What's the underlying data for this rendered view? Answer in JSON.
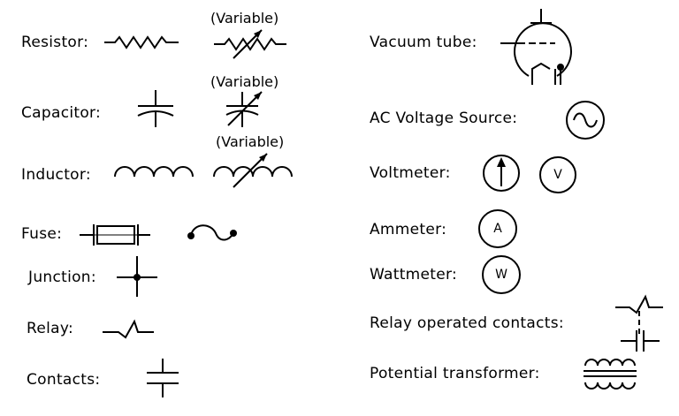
{
  "left": {
    "resistor": {
      "label": "Resistor:",
      "variable": "(Variable)"
    },
    "capacitor": {
      "label": "Capacitor:",
      "variable": "(Variable)"
    },
    "inductor": {
      "label": "Inductor:",
      "variable": "(Variable)"
    },
    "fuse": {
      "label": "Fuse:"
    },
    "junction": {
      "label": "Junction:"
    },
    "relay": {
      "label": "Relay:"
    },
    "contacts": {
      "label": "Contacts:"
    }
  },
  "right": {
    "vacuum_tube": {
      "label": "Vacuum tube:"
    },
    "ac_source": {
      "label": "AC Voltage Source:"
    },
    "voltmeter": {
      "label": "Voltmeter:",
      "letter": "V"
    },
    "ammeter": {
      "label": "Ammeter:",
      "letter": "A"
    },
    "wattmeter": {
      "label": "Wattmeter:",
      "letter": "W"
    },
    "relay_contacts": {
      "label": "Relay operated contacts:"
    },
    "potential_transformer": {
      "label": "Potential transformer:"
    }
  }
}
